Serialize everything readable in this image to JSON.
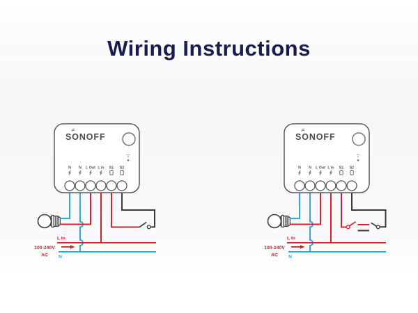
{
  "title": "Wiring Instructions",
  "device": {
    "brand": "SONOFF",
    "terminals": [
      "N",
      "N",
      "L Out",
      "L In",
      "S1",
      "S2"
    ]
  },
  "labels": {
    "line_in": "L In",
    "voltage": "100-240V",
    "current_type": "AC",
    "neutral": "N"
  },
  "colors": {
    "live_wire": "#d0232e",
    "neutral_wire": "#2fa8df",
    "dark_wire": "#3a3a3c",
    "title_text": "#1b1b4e",
    "device_outline": "#58585b"
  },
  "diagrams": [
    {
      "name": "single-external-switch",
      "switch_count": 1
    },
    {
      "name": "dual-external-switch",
      "switch_count": 2
    }
  ]
}
